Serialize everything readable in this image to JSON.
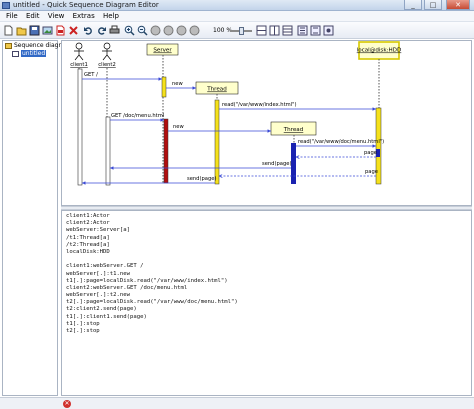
{
  "window": {
    "title": "untitled - Quick Sequence Diagram Editor",
    "minimize": "_",
    "maximize": "□",
    "close": "✕"
  },
  "menu": [
    "File",
    "Edit",
    "View",
    "Extras",
    "Help"
  ],
  "toolbar": {
    "icons": [
      "new-icon",
      "open-icon",
      "save-icon",
      "export-image-icon",
      "export-pdf-icon",
      "close-icon",
      "undo-icon",
      "redo-icon",
      "print-icon",
      "zoom-in-icon",
      "zoom-out-icon",
      "stop-icon",
      "fit-icon",
      "actual-size-icon",
      "zoom-region-icon"
    ],
    "zoom": "100 %",
    "layout_icons": [
      "layout-horizontal-icon",
      "layout-vertical-icon",
      "layout-grid-icon",
      "threads-icon",
      "help-icon",
      "settings-icon"
    ]
  },
  "tree": {
    "root": "Sequence diagrams",
    "child": "untitled"
  },
  "diagram": {
    "actors": [
      "client1",
      "client2"
    ],
    "objects": {
      "webserver": "Server",
      "disk": "local@disk:HDD",
      "thread1": "Thread",
      "thread2": "Thread"
    },
    "messages": {
      "get_root": "GET /",
      "new1": "new",
      "read_index": "read(\"/var/www/index.html\")",
      "get_menu": "GET /doc/menu.html",
      "new2": "new",
      "read_menu": "read(\"/var/www/doc/menu.html\")",
      "page1": "page",
      "send_page1": "send(page)",
      "page2": "page",
      "send_page2": "send(page)"
    }
  },
  "editor_lines": [
    "client1:Actor",
    "client2:Actor",
    "webServer:Server[a]",
    "/t1:Thread[a]",
    "/t2:Thread[a]",
    "localDisk:HDD",
    "",
    "client1:webServer.GET /",
    "webServer[.]:t1.new",
    "t1[.]:page=localDisk.read(\"/var/www/index.html\")",
    "client2:webServer.GET /doc/menu.html",
    "webServer[.]:t2.new",
    "t2[.]:page=localDisk.read(\"/var/www/doc/menu.html\")",
    "t2:client2.send(page)",
    "t1[.]:client1.send(page)",
    "t1[.]:stop",
    "t2[.]:stop"
  ],
  "colors": {
    "note_fill": "#ffffcc",
    "activation_yellow": "#f5e11b",
    "activation_red": "#b00e0e",
    "activation_blue": "#1a22b0",
    "message_line": "#3a4ad6",
    "return_line": "#2a2ad0"
  }
}
